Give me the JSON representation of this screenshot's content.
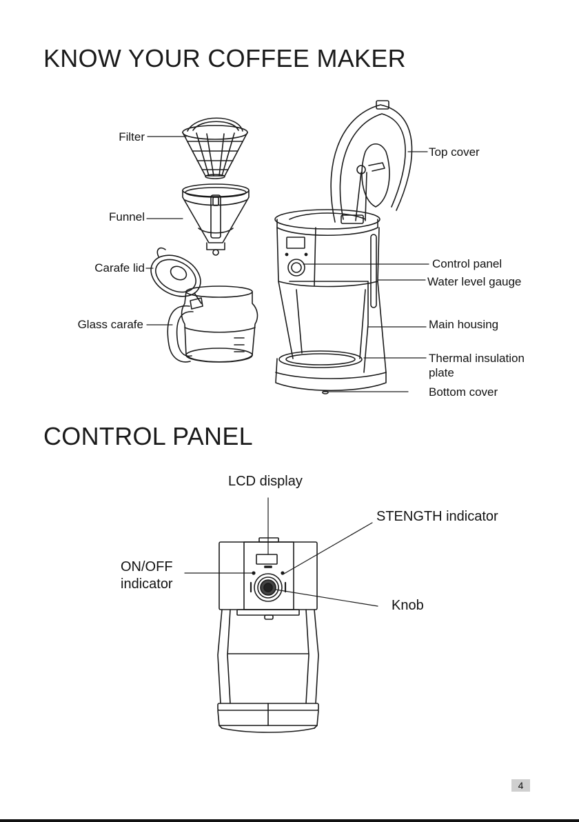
{
  "headings": {
    "know": "KNOW YOUR COFFEE MAKER",
    "control": "CONTROL PANEL"
  },
  "parts_labels": {
    "filter": "Filter",
    "funnel": "Funnel",
    "carafe_lid": "Carafe lid",
    "glass_carafe": "Glass carafe",
    "top_cover": "Top cover",
    "control_panel": "Control panel",
    "water_level_gauge": "Water level gauge",
    "main_housing": "Main housing",
    "thermal_insulation_plate_1": "Thermal insulation",
    "thermal_insulation_plate_2": "plate",
    "bottom_cover": "Bottom cover"
  },
  "panel_labels": {
    "lcd_display": "LCD display",
    "strength_indicator": "STENGTH indicator",
    "onoff_1": "ON/OFF",
    "onoff_2": "indicator",
    "knob": "Knob"
  },
  "page_number": "4"
}
